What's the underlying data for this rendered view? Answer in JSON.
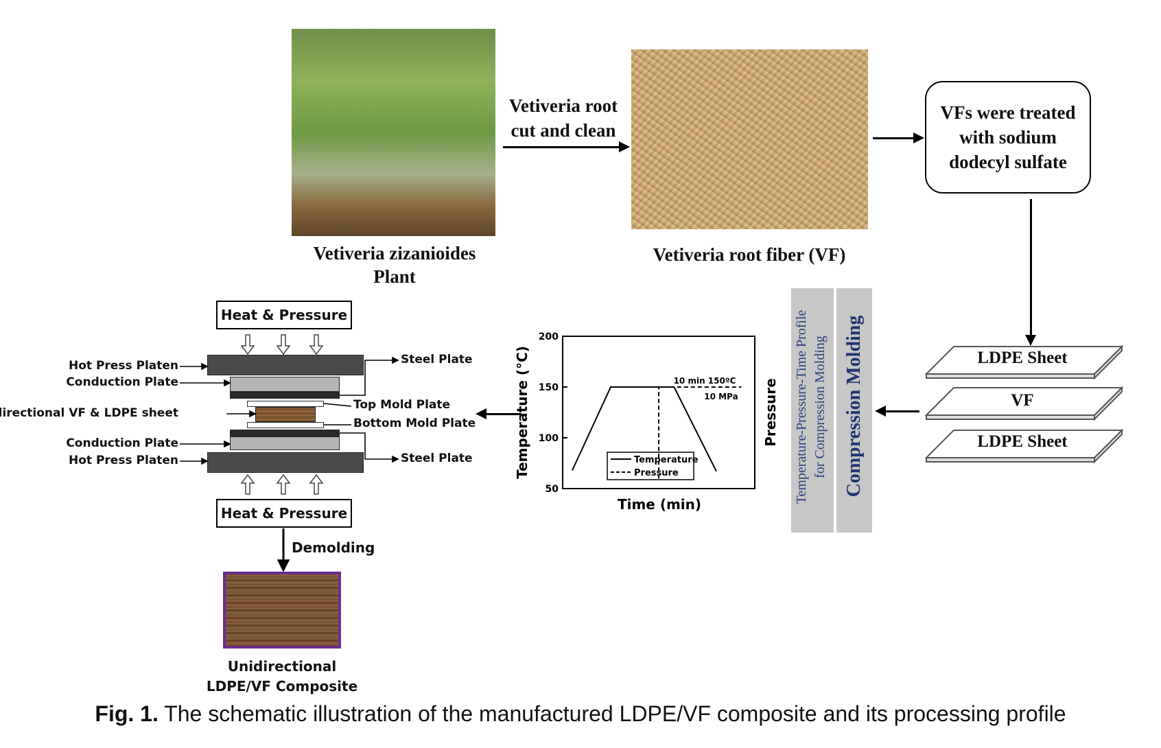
{
  "top_row": {
    "plant_caption_line1": "Vetiveria  zizanioides",
    "plant_caption_line2": "Plant",
    "step1_line1": "Vetiveria  root",
    "step1_line2": "cut and clean",
    "fiber_caption": "Vetiveria  root fiber (VF)",
    "treatment_box": "VFs were  treated with sodium dodecyl sulfate"
  },
  "sheets": {
    "top": "LDPE Sheet",
    "middle": "VF",
    "bottom": "LDPE Sheet"
  },
  "molding_panel": {
    "profile_line1": "Temperature-Pressure-Time  Profile",
    "profile_line2": "for  Compression  Molding",
    "title": "Compression  Molding"
  },
  "chart_data": {
    "type": "line",
    "ylabel": "Temperature (°C)",
    "right_label": "Pressure",
    "xlabel": "Time (min)",
    "ylim": [
      50,
      200
    ],
    "yticks": [
      "200",
      "150",
      "100",
      "50"
    ],
    "annotation_hold": "10 min 150ºC",
    "annotation_pressure": "10 MPa",
    "legend": [
      "Temperature",
      "Pressure"
    ],
    "series": [
      {
        "name": "Temperature",
        "style": "solid",
        "points": [
          [
            0.05,
            68
          ],
          [
            0.25,
            150
          ],
          [
            0.58,
            150
          ],
          [
            0.8,
            67
          ]
        ]
      },
      {
        "name": "Pressure",
        "style": "dashed",
        "points": [
          [
            0.5,
            60
          ],
          [
            0.5,
            150
          ],
          [
            0.93,
            150
          ]
        ]
      }
    ]
  },
  "press": {
    "heat_top": "Heat & Pressure",
    "heat_bottom": "Heat & Pressure",
    "hot_press_platen_top": "Hot Press Platen",
    "conduction_plate_top": "Conduction Plate",
    "specimen": "Unidirectional VF & LDPE sheet",
    "conduction_plate_bottom": "Conduction Plate",
    "hot_press_platen_bottom": "Hot Press Platen",
    "steel_plate_top": "Steel Plate",
    "top_mold_plate": "Top Mold Plate",
    "bottom_mold_plate": "Bottom Mold Plate",
    "steel_plate_bottom": "Steel Plate",
    "demolding": "Demolding",
    "composite_line1": "Unidirectional",
    "composite_line2": "LDPE/VF Composite"
  },
  "figure": {
    "label": "Fig. 1.",
    "caption": " The schematic illustration of the manufactured LDPE/VF composite and its processing profile"
  },
  "colors": {
    "platen": "#4a4a4a",
    "conduction": "#b4b4b4",
    "panel_gray": "#c7c7c7",
    "panel_text": "#2a3f7a",
    "composite_border": "#6a2c91"
  }
}
